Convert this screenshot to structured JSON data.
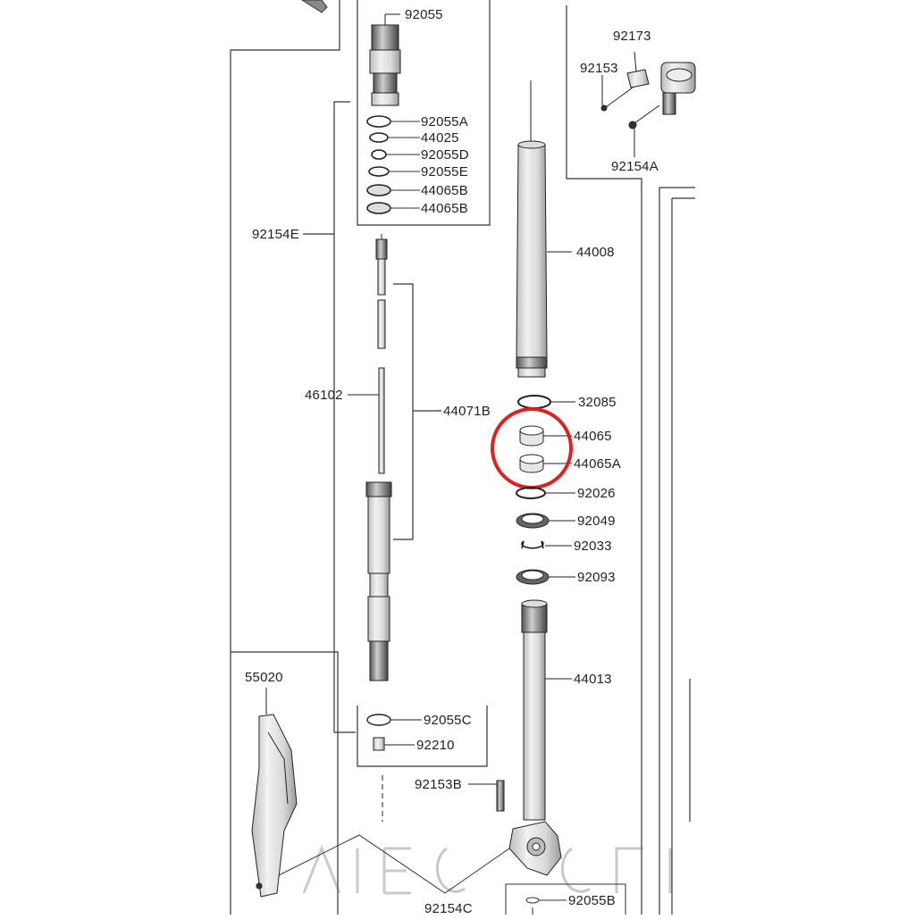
{
  "diagram": {
    "labels": {
      "p92055": "92055",
      "p92055A": "92055A",
      "p44025": "44025",
      "p92055D": "92055D",
      "p92055E": "92055E",
      "p44065B_1": "44065B",
      "p44065B_2": "44065B",
      "p92154E": "92154E",
      "p46102": "46102",
      "p44071B": "44071B",
      "p55020": "55020",
      "p92055C": "92055C",
      "p92210": "92210",
      "p92153B": "92153B",
      "p92154C": "92154C",
      "p92055B": "92055B",
      "p92173": "92173",
      "p92153": "92153",
      "p92154A": "92154A",
      "p44008": "44008",
      "p32085": "32085",
      "p44065": "44065",
      "p44065A": "44065A",
      "p92026": "92026",
      "p92049": "92049",
      "p92033": "92033",
      "p92093": "92093",
      "p44013": "44013"
    },
    "highlight": {
      "color": "#e02020",
      "target": "44065 / 44065A"
    },
    "watermark": "MEGACY"
  }
}
